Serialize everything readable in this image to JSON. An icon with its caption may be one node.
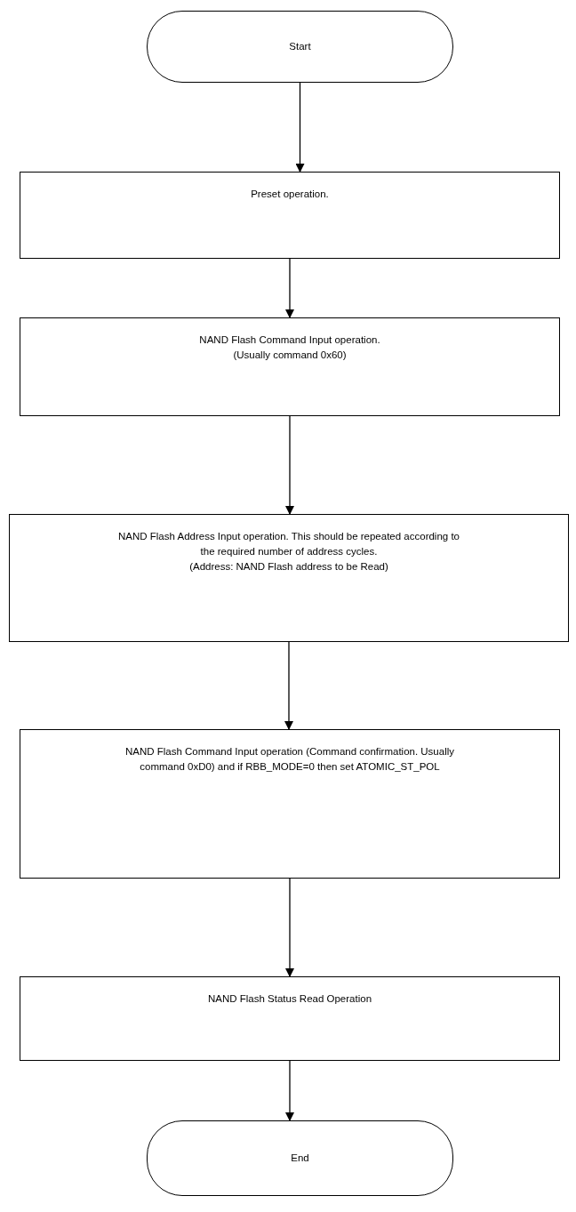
{
  "diagram": {
    "nodes": [
      {
        "text": [
          "Start"
        ]
      },
      {
        "text": [
          "Preset operation."
        ]
      },
      {
        "text": [
          "NAND Flash Command Input operation.",
          "(Usually command 0x60)"
        ]
      },
      {
        "text": [
          "NAND Flash Address Input operation. This should be repeated according to the required number of address cycles.",
          "(Address: NAND Flash address to be Read)"
        ]
      },
      {
        "text": [
          "NAND Flash Command Input operation (Command confirmation. Usually command 0xD0) and if RBB_MODE=0 then set ATOMIC_ST_POL"
        ]
      },
      {
        "text": [
          "NAND Flash Status Read Operation"
        ]
      },
      {
        "text": [
          "End"
        ]
      }
    ],
    "edges": [
      {
        "from": 0,
        "to": 1,
        "arrow": "to"
      },
      {
        "from": 1,
        "to": 2,
        "arrow": "to"
      },
      {
        "from": 2,
        "to": 3,
        "arrow": "to"
      },
      {
        "from": 3,
        "to": 4,
        "arrow": "to"
      },
      {
        "from": 4,
        "to": 5,
        "arrow": "to"
      },
      {
        "from": 5,
        "to": 6,
        "arrow": "to"
      }
    ]
  }
}
